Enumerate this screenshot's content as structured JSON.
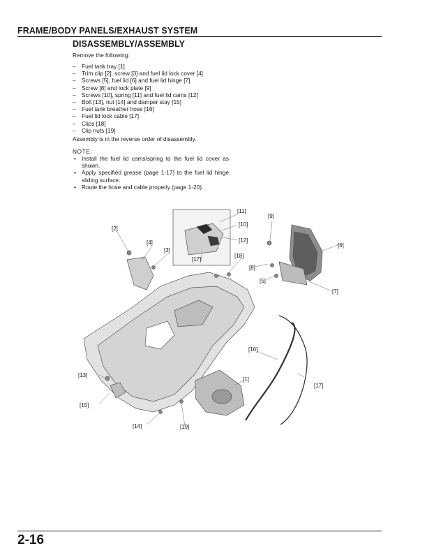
{
  "header": {
    "section_title": "FRAME/BODY PANELS/EXHAUST SYSTEM"
  },
  "content": {
    "subtitle": "DISASSEMBLY/ASSEMBLY",
    "intro": "Remove the following:",
    "removal_steps": [
      "Fuel tank tray [1]",
      "Trim clip [2], screw [3] and fuel lid lock cover [4]",
      "Screws [5], fuel lid [6] and fuel lid hinge [7]",
      "Screw [8] and lock plate [9]",
      "Screws [10], spring [11] and fuel lid cams [12]",
      "Bolt [13], nut [14] and damper stay [15]",
      "Fuel tank breather hose [16]",
      "Fuel lid lock cable [17]",
      "Clips [18]",
      "Clip nuts [19]"
    ],
    "assembly_note": "Assembly is in the reverse order of disassembly.",
    "note_label": "NOTE:",
    "notes": [
      "Install the fuel lid cams/spring to the fuel lid cover as shown.",
      "Apply specified grease (page 1-17) to the fuel lid hinge sliding surface.",
      "Route the hose and cable properly (page 1-20)."
    ]
  },
  "figure": {
    "callouts": {
      "c1": "[1]",
      "c2": "[2]",
      "c3": "[3]",
      "c4": "[4]",
      "c5": "[5]",
      "c6": "[6]",
      "c7": "[7]",
      "c8": "[8]",
      "c9": "[9]",
      "c10": "[10]",
      "c11": "[11]",
      "c12": "[12]",
      "c13": "[13]",
      "c14": "[14]",
      "c15": "[15]",
      "c16": "[16]",
      "c17": "[17]",
      "c17b": "[17]",
      "c18": "[18]",
      "c19": "[19]"
    }
  },
  "footer": {
    "page_number": "2-16"
  }
}
